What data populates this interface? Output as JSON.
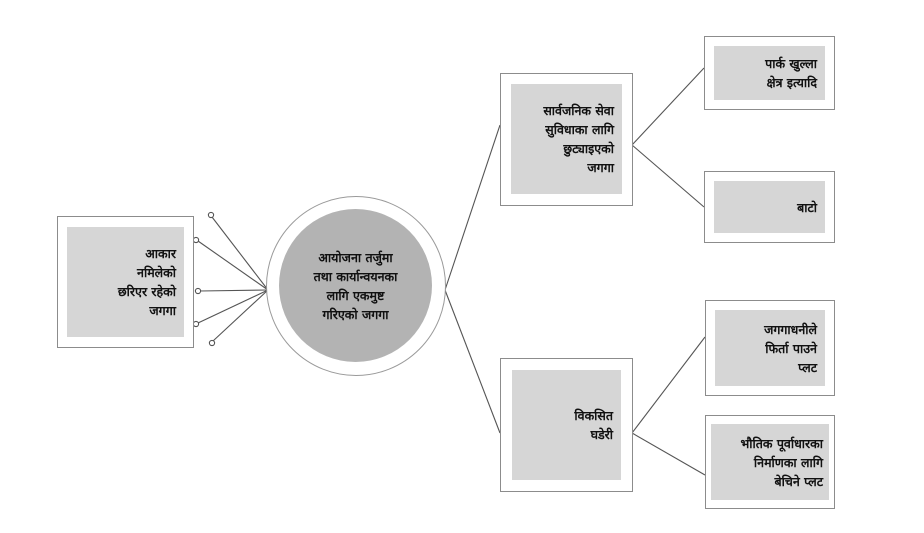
{
  "diagram": {
    "center": {
      "lines": [
        "आयोजना तर्जुमा",
        "तथा कार्यान्वयनका",
        "लागि एकमुष्ट",
        "गरिएको जगगा"
      ]
    },
    "left": {
      "lines": [
        "आकार",
        "नमिलेको",
        "छरिएर रहेको",
        "जगगा"
      ]
    },
    "branch_top": {
      "lines": [
        "सार्वजनिक सेवा",
        "सुविधाका लागि",
        "छुट्याइएको",
        "जगगा"
      ]
    },
    "branch_bottom": {
      "lines": [
        "विकसित",
        "घडेरी"
      ]
    },
    "leaf_1": {
      "lines": [
        "पार्क खुल्ला",
        "क्षेत्र इत्यादि"
      ]
    },
    "leaf_2": {
      "lines": [
        "बाटो"
      ]
    },
    "leaf_3": {
      "lines": [
        "जगगाधनीले",
        "फिर्ता पाउने",
        "प्लट"
      ]
    },
    "leaf_4": {
      "lines": [
        "भौतिक पूर्वाधारका",
        "निर्माणका लागि",
        "बेचिने प्लट"
      ]
    },
    "colors": {
      "box_fill": "#d6d6d6",
      "circle_fill": "#b3b3b3",
      "border": "#8c8c8c",
      "line": "#555555"
    }
  }
}
